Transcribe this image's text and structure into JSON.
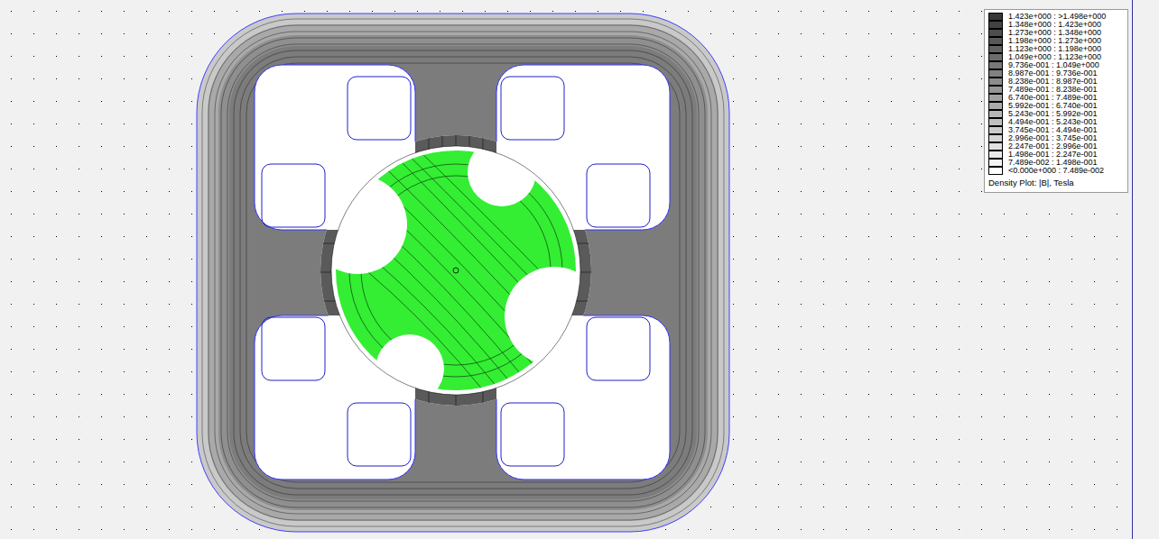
{
  "diagram": {
    "labels": [
      "Density Plot: |B|, Tesla"
    ],
    "legend": [
      {
        "text": "1.423e+000 : >1.498e+000",
        "color": "#383838"
      },
      {
        "text": "1.348e+000 : 1.423e+000",
        "color": "#424242"
      },
      {
        "text": "1.273e+000 : 1.348e+000",
        "color": "#4d4d4d"
      },
      {
        "text": "1.198e+000 : 1.273e+000",
        "color": "#575757"
      },
      {
        "text": "1.123e+000 : 1.198e+000",
        "color": "#626262"
      },
      {
        "text": "1.049e+000 : 1.123e+000",
        "color": "#6c6c6c"
      },
      {
        "text": "9.736e-001 : 1.049e+000",
        "color": "#777777"
      },
      {
        "text": "8.987e-001 : 9.736e-001",
        "color": "#818181"
      },
      {
        "text": "8.238e-001 : 8.987e-001",
        "color": "#8c8c8c"
      },
      {
        "text": "7.489e-001 : 8.238e-001",
        "color": "#969696"
      },
      {
        "text": "6.740e-001 : 7.489e-001",
        "color": "#a1a1a1"
      },
      {
        "text": "5.992e-001 : 6.740e-001",
        "color": "#ababab"
      },
      {
        "text": "5.243e-001 : 5.992e-001",
        "color": "#b6b6b6"
      },
      {
        "text": "4.494e-001 : 5.243e-001",
        "color": "#c0c0c0"
      },
      {
        "text": "3.745e-001 : 4.494e-001",
        "color": "#cbcbcb"
      },
      {
        "text": "2.996e-001 : 3.745e-001",
        "color": "#d5d5d5"
      },
      {
        "text": "2.247e-001 : 2.996e-001",
        "color": "#e0e0e0"
      },
      {
        "text": "1.498e-001 : 2.247e-001",
        "color": "#eaeaea"
      },
      {
        "text": "7.489e-002 : 1.498e-001",
        "color": "#f4f4f4"
      },
      {
        "text": "<0.000e+000 : 7.489e-002",
        "color": "#ffffff"
      }
    ]
  }
}
